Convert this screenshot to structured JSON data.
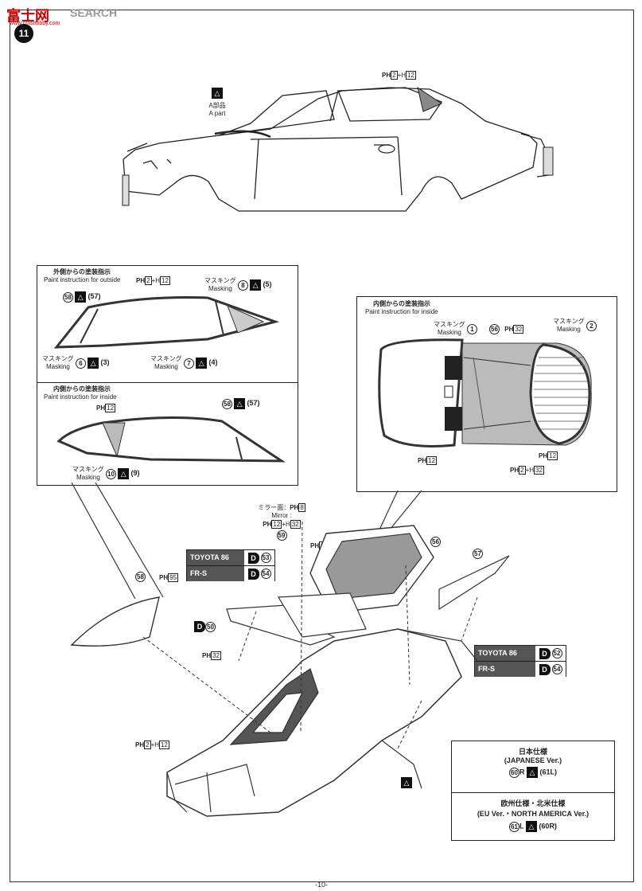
{
  "header": {
    "watermark_cn": "富士网",
    "watermark_en": "SEARCH",
    "watermark_url": "www.cmshobby.com",
    "step_number": "11"
  },
  "top_car": {
    "a_part_jp": "A部品",
    "a_part_en": "A part",
    "paint_code": {
      "prefix": "PH",
      "a": "2",
      "plus": "+",
      "b": "H",
      "c": "12"
    }
  },
  "outside_box": {
    "title_jp": "外側からの塗装指示",
    "title_en": "Paint instruction for outside",
    "part_58": "58",
    "part_57": "(57)",
    "paint_code_top": {
      "prefix": "PH",
      "a": "2",
      "plus": "+H",
      "c": "12"
    },
    "masking_8": {
      "jp": "マスキング",
      "en": "Masking",
      "num": "8",
      "ref": "(5)"
    },
    "masking_6": {
      "jp": "マスキング",
      "en": "Masking",
      "num": "6",
      "ref": "(3)"
    },
    "masking_7": {
      "jp": "マスキング",
      "en": "Masking",
      "num": "7",
      "ref": "(4)"
    }
  },
  "inside_box_small": {
    "title_jp": "内側からの塗装指示",
    "title_en": "Paint instruction for inside",
    "paint_code": {
      "prefix": "PH",
      "c": "12"
    },
    "part_58": "58",
    "part_57": "(57)",
    "masking_10": {
      "jp": "マスキング",
      "en": "Masking",
      "num": "10",
      "ref": "(9)"
    }
  },
  "inside_box_large": {
    "title_jp": "内側からの塗装指示",
    "title_en": "Paint instruction for inside",
    "masking_1": {
      "jp": "マスキング",
      "en": "Masking",
      "num": "1"
    },
    "masking_2": {
      "jp": "マスキング",
      "en": "Masking",
      "num": "2"
    },
    "part_56": "56",
    "code_32": {
      "prefix": "PH",
      "c": "32"
    },
    "code_12a": {
      "prefix": "PH",
      "c": "12"
    },
    "code_12b": {
      "prefix": "PH",
      "c": "12"
    },
    "code_combo": {
      "prefix": "PH",
      "a": "2",
      "plus": "+H",
      "c": "32"
    }
  },
  "mirror": {
    "label_jp": "ミラー面：",
    "label_en": "Mirror :",
    "code_a": {
      "prefix": "PH",
      "c": "8"
    },
    "code_b": {
      "prefix": "PH",
      "a": "12",
      "plus": "+H",
      "c": "32"
    },
    "part_59": "59",
    "code_95": {
      "prefix": "PH",
      "c": "95"
    }
  },
  "table_left": [
    {
      "name": "TOYOTA 86",
      "code": "D",
      "num": "53"
    },
    {
      "name": "FR-S",
      "code": "D",
      "num": "54"
    }
  ],
  "table_right": [
    {
      "name": "TOYOTA 86",
      "code": "D",
      "num": "52"
    },
    {
      "name": "FR-S",
      "code": "D",
      "num": "54"
    }
  ],
  "parts": {
    "p56": "56",
    "p57": "57",
    "p58": "58",
    "p95_code": {
      "prefix": "PH",
      "c": "95"
    },
    "d50": {
      "code": "D",
      "num": "50"
    },
    "p32_code": {
      "prefix": "PH",
      "c": "32"
    },
    "bottom_code": {
      "prefix": "PH",
      "a": "2",
      "plus": "+H",
      "c": "12"
    }
  },
  "spec_box": {
    "jp_title": "日本仕様",
    "jp_ver": "(JAPANESE Ver.)",
    "jp_r": "60",
    "jp_r_suffix": "R",
    "jp_l": "(61",
    "jp_l_suffix": "L)",
    "eu_title": "欧州仕様・北米仕様",
    "eu_ver": "(EU Ver.・NORTH AMERICA Ver.)",
    "eu_l": "61",
    "eu_l_suffix": "L",
    "eu_r": "(60",
    "eu_r_suffix": "R)"
  },
  "footer": {
    "page": "-10-"
  }
}
